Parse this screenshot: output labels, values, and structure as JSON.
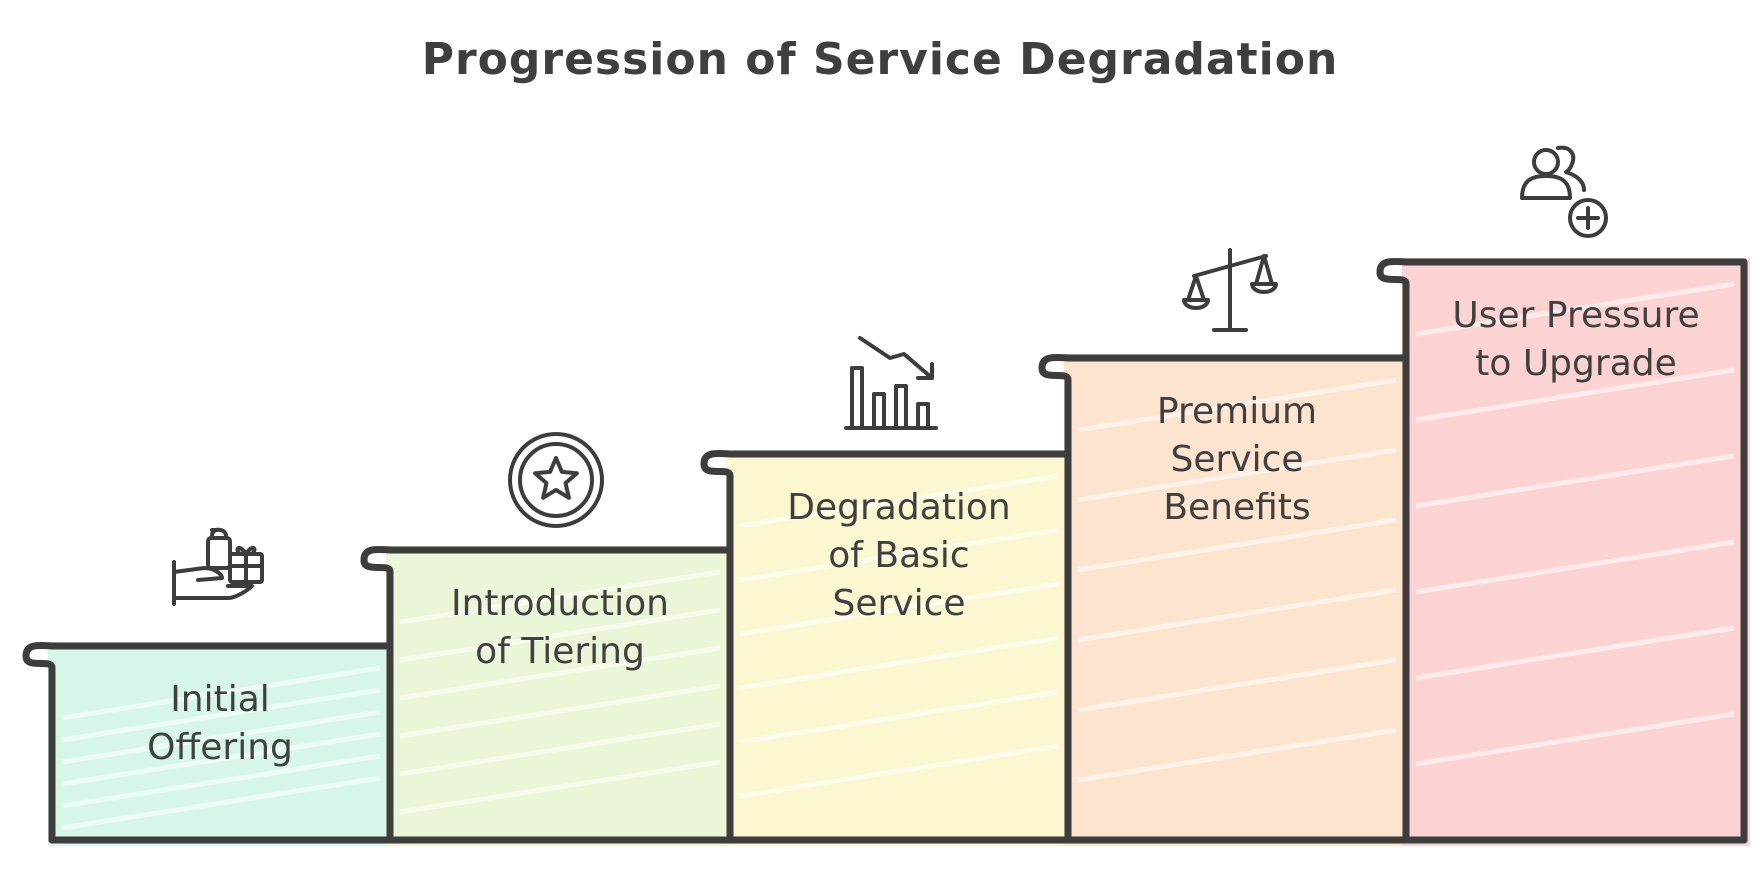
{
  "title": "Progression of Service Degradation",
  "steps": [
    {
      "label_lines": [
        "Initial",
        "Offering"
      ],
      "color": "#d4f5e9",
      "icon": "hand-gift-icon"
    },
    {
      "label_lines": [
        "Introduction",
        "of Tiering"
      ],
      "color": "#eaf6d6",
      "icon": "star-badge-icon"
    },
    {
      "label_lines": [
        "Degradation",
        "of Basic",
        "Service"
      ],
      "color": "#fbf7cf",
      "icon": "declining-chart-icon"
    },
    {
      "label_lines": [
        "Premium",
        "Service",
        "Benefits"
      ],
      "color": "#fce3cc",
      "icon": "balance-scale-icon"
    },
    {
      "label_lines": [
        "User Pressure",
        "to Upgrade"
      ],
      "color": "#fdd0d1",
      "icon": "add-user-icon"
    }
  ]
}
